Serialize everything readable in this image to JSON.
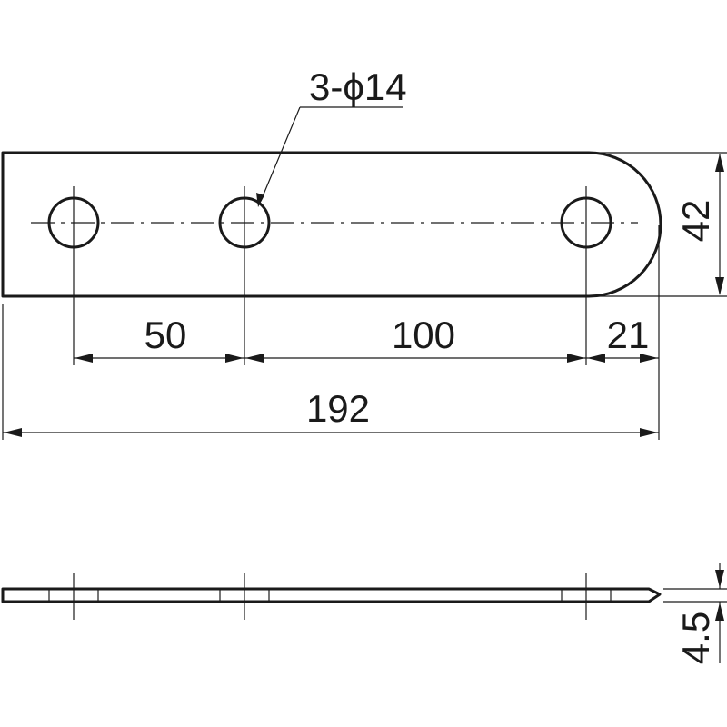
{
  "labels": {
    "holes": "3-ϕ14",
    "pitch_1": "50",
    "pitch_2": "100",
    "end_radius": "21",
    "overall_length": "192",
    "width": "42",
    "thickness": "4.5"
  }
}
